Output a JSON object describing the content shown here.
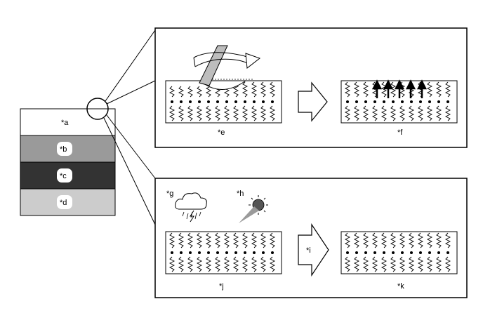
{
  "layers": [
    {
      "label": "*a",
      "color": "#ffffff"
    },
    {
      "label": "*b",
      "color": "#9a9a9a"
    },
    {
      "label": "*c",
      "color": "#333333"
    },
    {
      "label": "*d",
      "color": "#cccccc"
    }
  ],
  "top_panel": {
    "before_label": "*e",
    "after_label": "*f"
  },
  "bottom_panel": {
    "rain_label": "*g",
    "sun_label": "*h",
    "arrow_label": "*i",
    "before_label": "*j",
    "after_label": "*k"
  }
}
